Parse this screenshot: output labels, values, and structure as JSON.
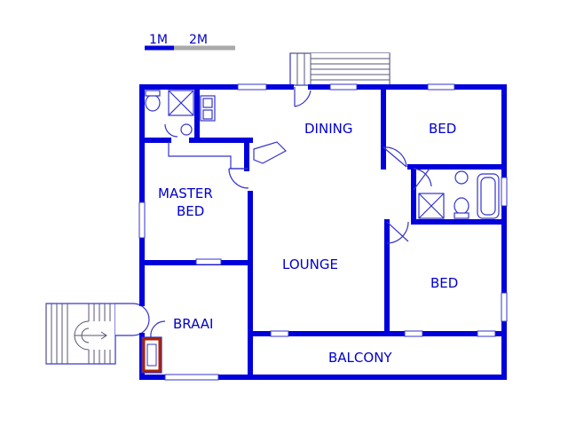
{
  "scale": {
    "labels": [
      "1M",
      "2M"
    ],
    "colors": {
      "first": "#0000dd",
      "second": "#aaaaaa"
    }
  },
  "rooms": {
    "dining": "DINING",
    "bed_top": "BED",
    "master_bed_line1": "MASTER",
    "master_bed_line2": "BED",
    "lounge": "LOUNGE",
    "bed_bottom": "BED",
    "braai": "BRAAI",
    "balcony": "BALCONY"
  },
  "colors": {
    "wall": "#0000dd",
    "text": "#0000cc",
    "background": "#ffffff"
  }
}
